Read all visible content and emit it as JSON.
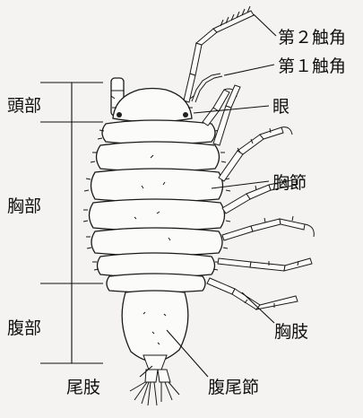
{
  "labels": {
    "head": "頭部",
    "thorax": "胸部",
    "abdomen": "腹部",
    "antenna2": "第２触角",
    "antenna1": "第１触角",
    "eye": "眼",
    "thoracic_segment": "胸節",
    "thoracic_limb": "胸肢",
    "uropod": "尾肢",
    "pleotelson": "腹尾節"
  }
}
